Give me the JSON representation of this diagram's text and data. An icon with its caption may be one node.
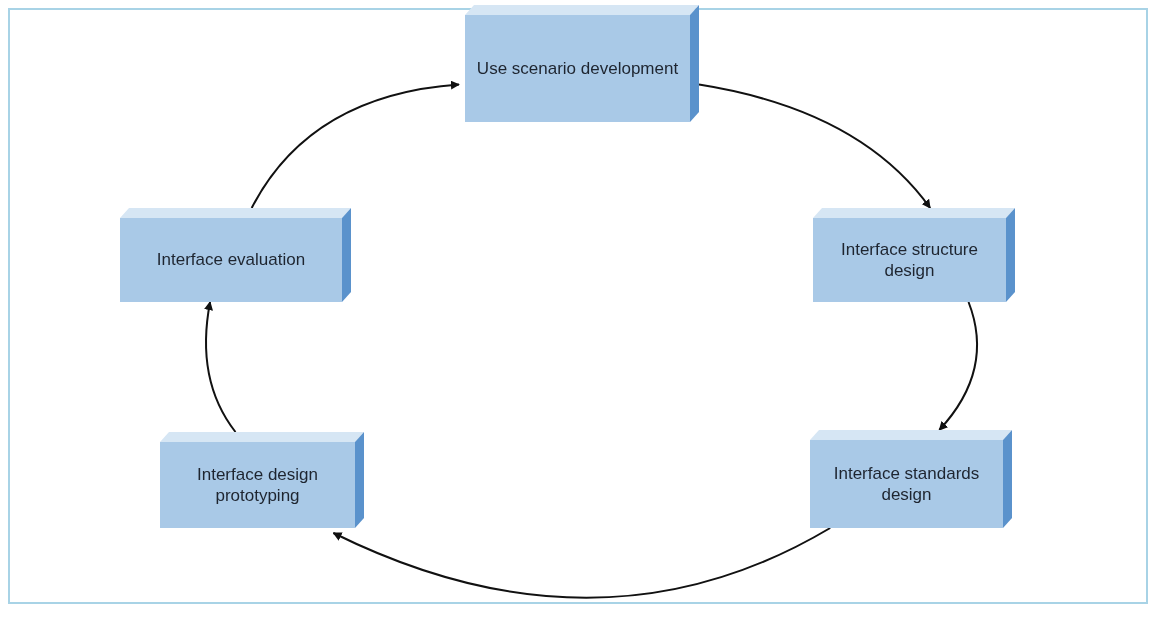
{
  "diagram": {
    "nodes": [
      {
        "text": [
          "Use scenario development"
        ]
      },
      {
        "text": [
          "Interface structure design"
        ]
      },
      {
        "text": [
          "Interface standards design"
        ]
      },
      {
        "text": [
          "Interface design prototyping"
        ]
      },
      {
        "text": [
          "Interface evaluation"
        ]
      }
    ],
    "edges": [
      {
        "from": 0,
        "to": 1,
        "arrow": "to"
      },
      {
        "from": 1,
        "to": 2,
        "arrow": "to"
      },
      {
        "from": 2,
        "to": 3,
        "arrow": "to"
      },
      {
        "from": 3,
        "to": 4,
        "arrow": "to"
      },
      {
        "from": 4,
        "to": 0,
        "arrow": "to"
      }
    ]
  }
}
